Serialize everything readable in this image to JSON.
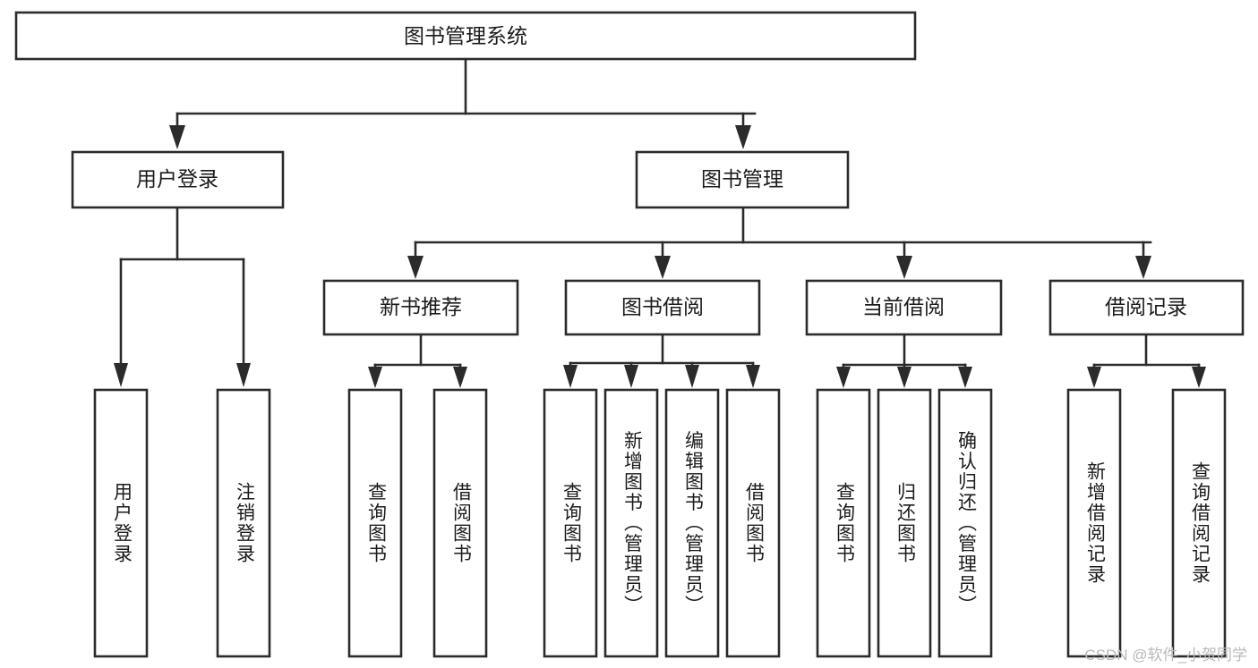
{
  "diagram": {
    "title": "图书管理系统",
    "type": "tree-hierarchy",
    "root": {
      "id": "root",
      "label": "图书管理系统"
    },
    "level2": [
      {
        "id": "user-login",
        "label": "用户登录"
      },
      {
        "id": "book-manage",
        "label": "图书管理"
      }
    ],
    "level3": [
      {
        "id": "new-book-recommend",
        "label": "新书推荐",
        "parent": "book-manage"
      },
      {
        "id": "book-borrow",
        "label": "图书借阅",
        "parent": "book-manage"
      },
      {
        "id": "current-borrow",
        "label": "当前借阅",
        "parent": "book-manage"
      },
      {
        "id": "borrow-record",
        "label": "借阅记录",
        "parent": "book-manage"
      }
    ],
    "leaves": [
      {
        "id": "leaf-user-login",
        "label": "用户登录",
        "parent": "user-login"
      },
      {
        "id": "leaf-logout-login",
        "label": "注销登录",
        "parent": "user-login"
      },
      {
        "id": "leaf-query-book-1",
        "label": "查询图书",
        "parent": "new-book-recommend"
      },
      {
        "id": "leaf-borrow-book-1",
        "label": "借阅图书",
        "parent": "new-book-recommend"
      },
      {
        "id": "leaf-query-book-2",
        "label": "查询图书",
        "parent": "book-borrow"
      },
      {
        "id": "leaf-add-book",
        "label": "新增图书（管理员）",
        "parent": "book-borrow"
      },
      {
        "id": "leaf-edit-book",
        "label": "编辑图书（管理员）",
        "parent": "book-borrow"
      },
      {
        "id": "leaf-borrow-book-2",
        "label": "借阅图书",
        "parent": "book-borrow"
      },
      {
        "id": "leaf-query-book-3",
        "label": "查询图书",
        "parent": "current-borrow"
      },
      {
        "id": "leaf-return-book",
        "label": "归还图书",
        "parent": "current-borrow"
      },
      {
        "id": "leaf-confirm-return",
        "label": "确认归还（管理员）",
        "parent": "current-borrow"
      },
      {
        "id": "leaf-add-record",
        "label": "新增借阅记录",
        "parent": "borrow-record"
      },
      {
        "id": "leaf-query-record",
        "label": "查询借阅记录",
        "parent": "borrow-record"
      }
    ],
    "colors": {
      "stroke": "#2b2b2b",
      "fill": "#ffffff",
      "text": "#1b1b1b",
      "watermark": "#b9b9b9"
    }
  },
  "watermark": {
    "text": "CSDN @软件_小贺同学"
  }
}
